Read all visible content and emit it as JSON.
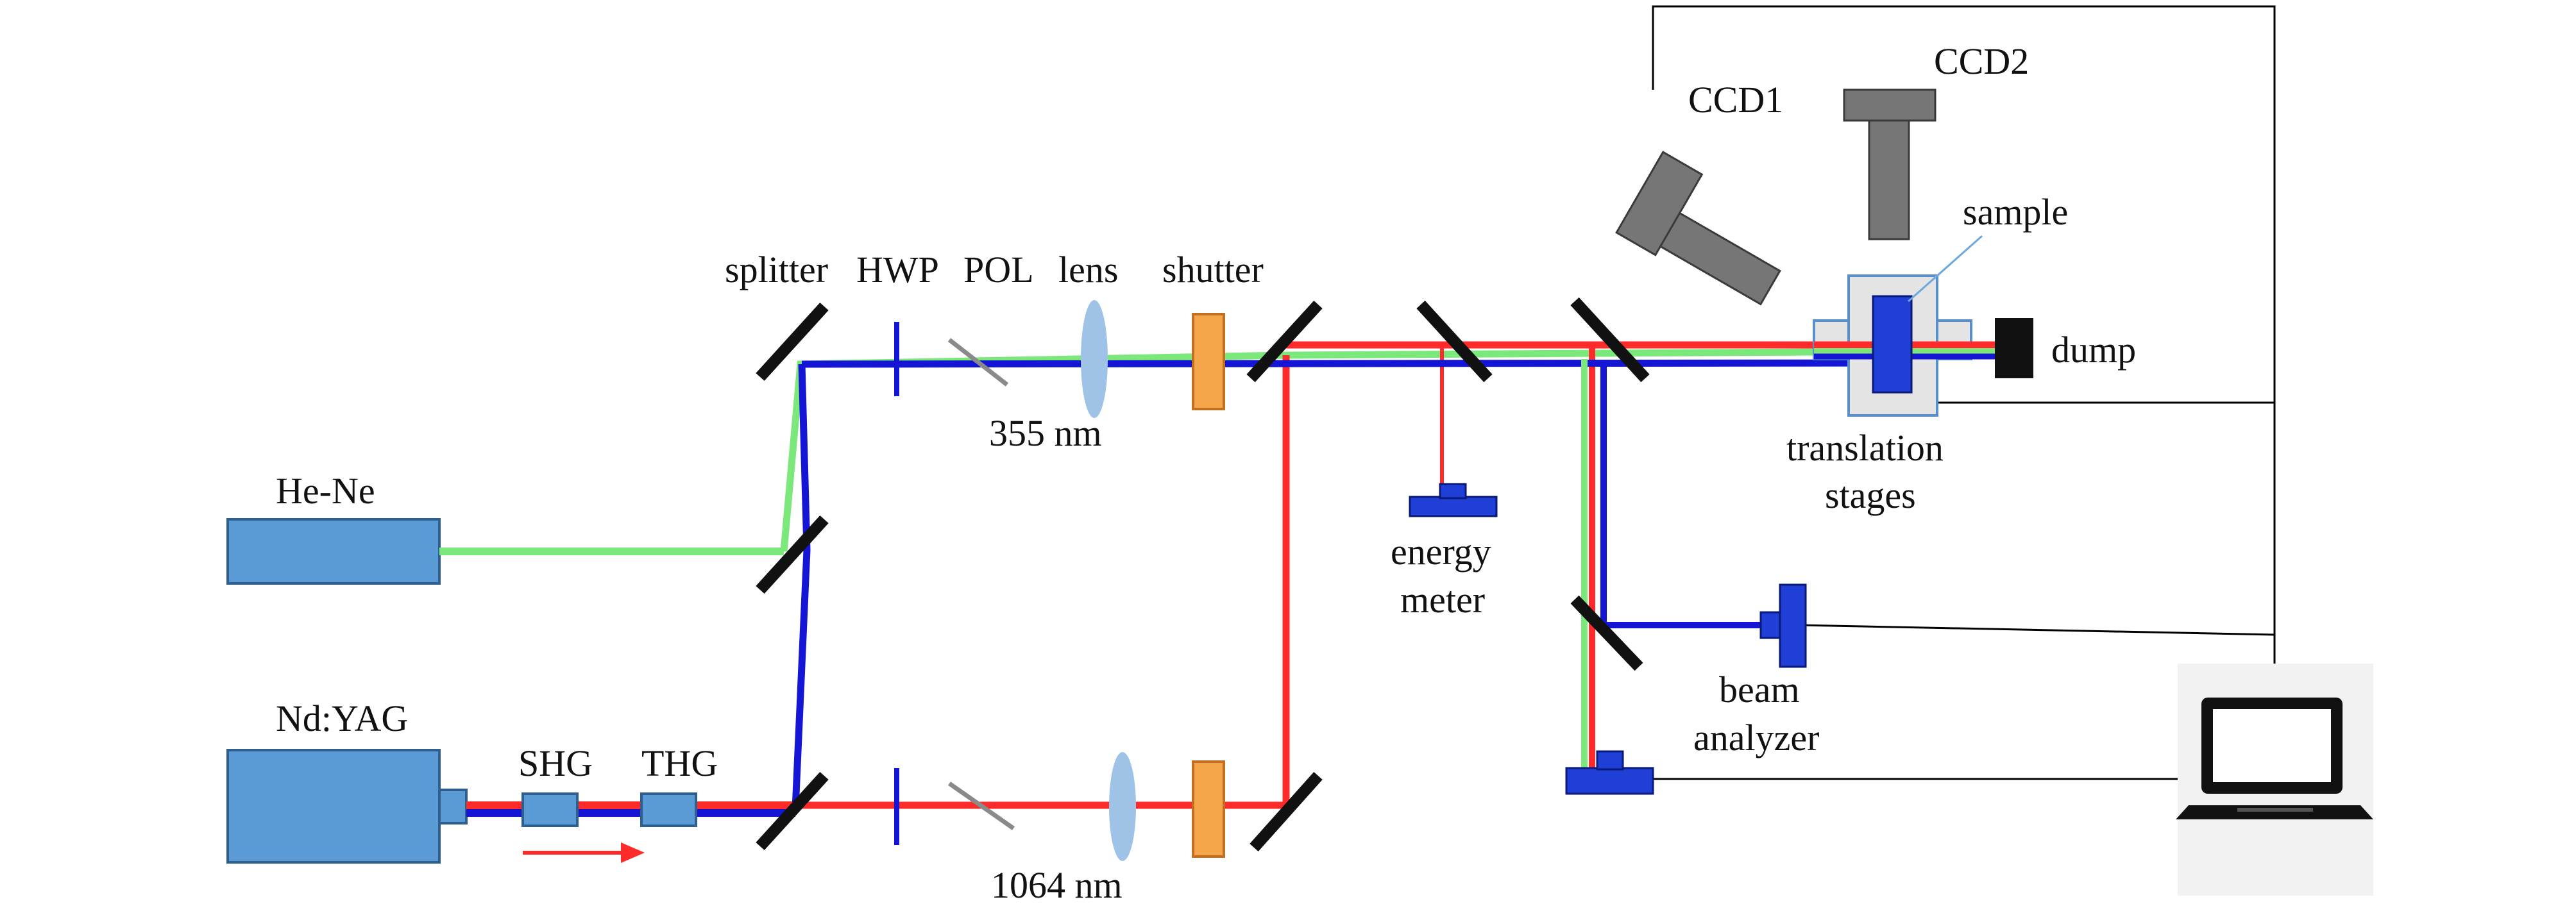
{
  "labels": {
    "he_ne": "He-Ne",
    "nd_yag": "Nd:YAG",
    "shg": "SHG",
    "thg": "THG",
    "splitter": "splitter",
    "hwp": "HWP",
    "pol": "POL",
    "lens": "lens",
    "shutter": "shutter",
    "nm355": "355 nm",
    "nm1064": "1064 nm",
    "energy_meter_1": "energy",
    "energy_meter_2": "meter",
    "ccd1": "CCD1",
    "ccd2": "CCD2",
    "sample": "sample",
    "dump": "dump",
    "stages_1": "translation",
    "stages_2": "stages",
    "analyzer_1": "beam",
    "analyzer_2": "analyzer"
  },
  "colors": {
    "red_beam": "#ff2a2a",
    "blue_beam": "#1515d6",
    "green_beam": "#7ce87c",
    "device_fill": "#5b9bd5",
    "device_stroke": "#2e5f8e",
    "mirror": "#111111",
    "shutter_fill": "#f5a64a",
    "shutter_stroke": "#c07020",
    "lens_fill": "#9ec3e6",
    "pol": "#8a8a8a",
    "detector": "#1f3fd6",
    "ccd": "#767676",
    "stage_fill": "#e4e4e4",
    "stage_stroke": "#5b8fcc"
  },
  "icons": [
    "laptop-icon",
    "beam-direction-arrow"
  ]
}
